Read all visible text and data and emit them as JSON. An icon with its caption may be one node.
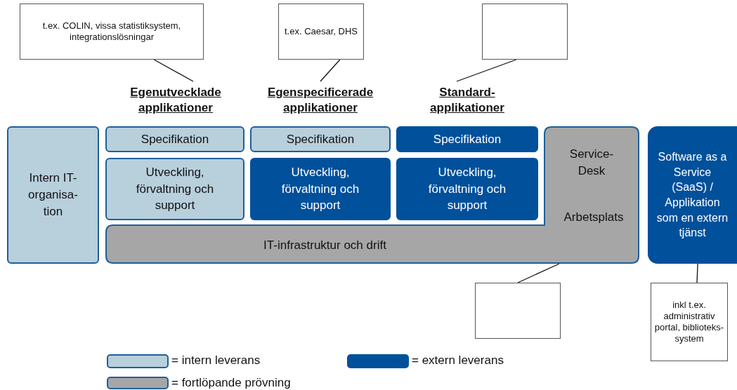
{
  "diagram": {
    "nodes": [
      {
        "text": [
          "t.ex. COLIN, vissa statistiksystem, integrationslösningar"
        ]
      },
      {
        "text": [
          "t.ex. Caesar, DHS"
        ]
      },
      {
        "text": [],
        "shape": "box"
      },
      {
        "text": [
          "Egenutvecklade applikationer"
        ]
      },
      {
        "text": [
          "Egenspecificerade applikationer"
        ]
      },
      {
        "text": [
          "Standard-applikationer"
        ]
      },
      {
        "text": [
          "Intern IT-organisa-tion"
        ]
      },
      {
        "text": [
          "Specifikation"
        ]
      },
      {
        "text": [
          "Specifikation"
        ]
      },
      {
        "text": [
          "Specifikation"
        ]
      },
      {
        "text": [
          "Utveckling, förvaltning och support"
        ]
      },
      {
        "text": [
          "Utveckling, förvaltning och support"
        ]
      },
      {
        "text": [
          "Utveckling, förvaltning och support"
        ]
      },
      {
        "text": [
          "Service-Desk",
          "Arbetsplats",
          "IT-infrastruktur och drift"
        ]
      },
      {
        "text": [
          "Software as a Service (SaaS) / Applikation som en extern tjänst"
        ]
      },
      {
        "text": [],
        "shape": "box"
      },
      {
        "text": [
          "inkl t.ex. administrativ portal, biblioteks-system"
        ]
      }
    ],
    "edges": [
      {
        "from": 0,
        "to": 3,
        "arrow": "none"
      },
      {
        "from": 1,
        "to": 4,
        "arrow": "none"
      },
      {
        "from": 2,
        "to": 5,
        "arrow": "none"
      },
      {
        "from": 15,
        "to": 13,
        "arrow": "none"
      },
      {
        "from": 16,
        "to": 14,
        "arrow": "none"
      }
    ],
    "legend": [
      {
        "text": "= intern leverans",
        "color": "#b8cfdc"
      },
      {
        "text": "= extern leverans",
        "color": "#00509b"
      },
      {
        "text": "= fortlöpande prövning",
        "color": "#a6a6a6"
      }
    ]
  }
}
